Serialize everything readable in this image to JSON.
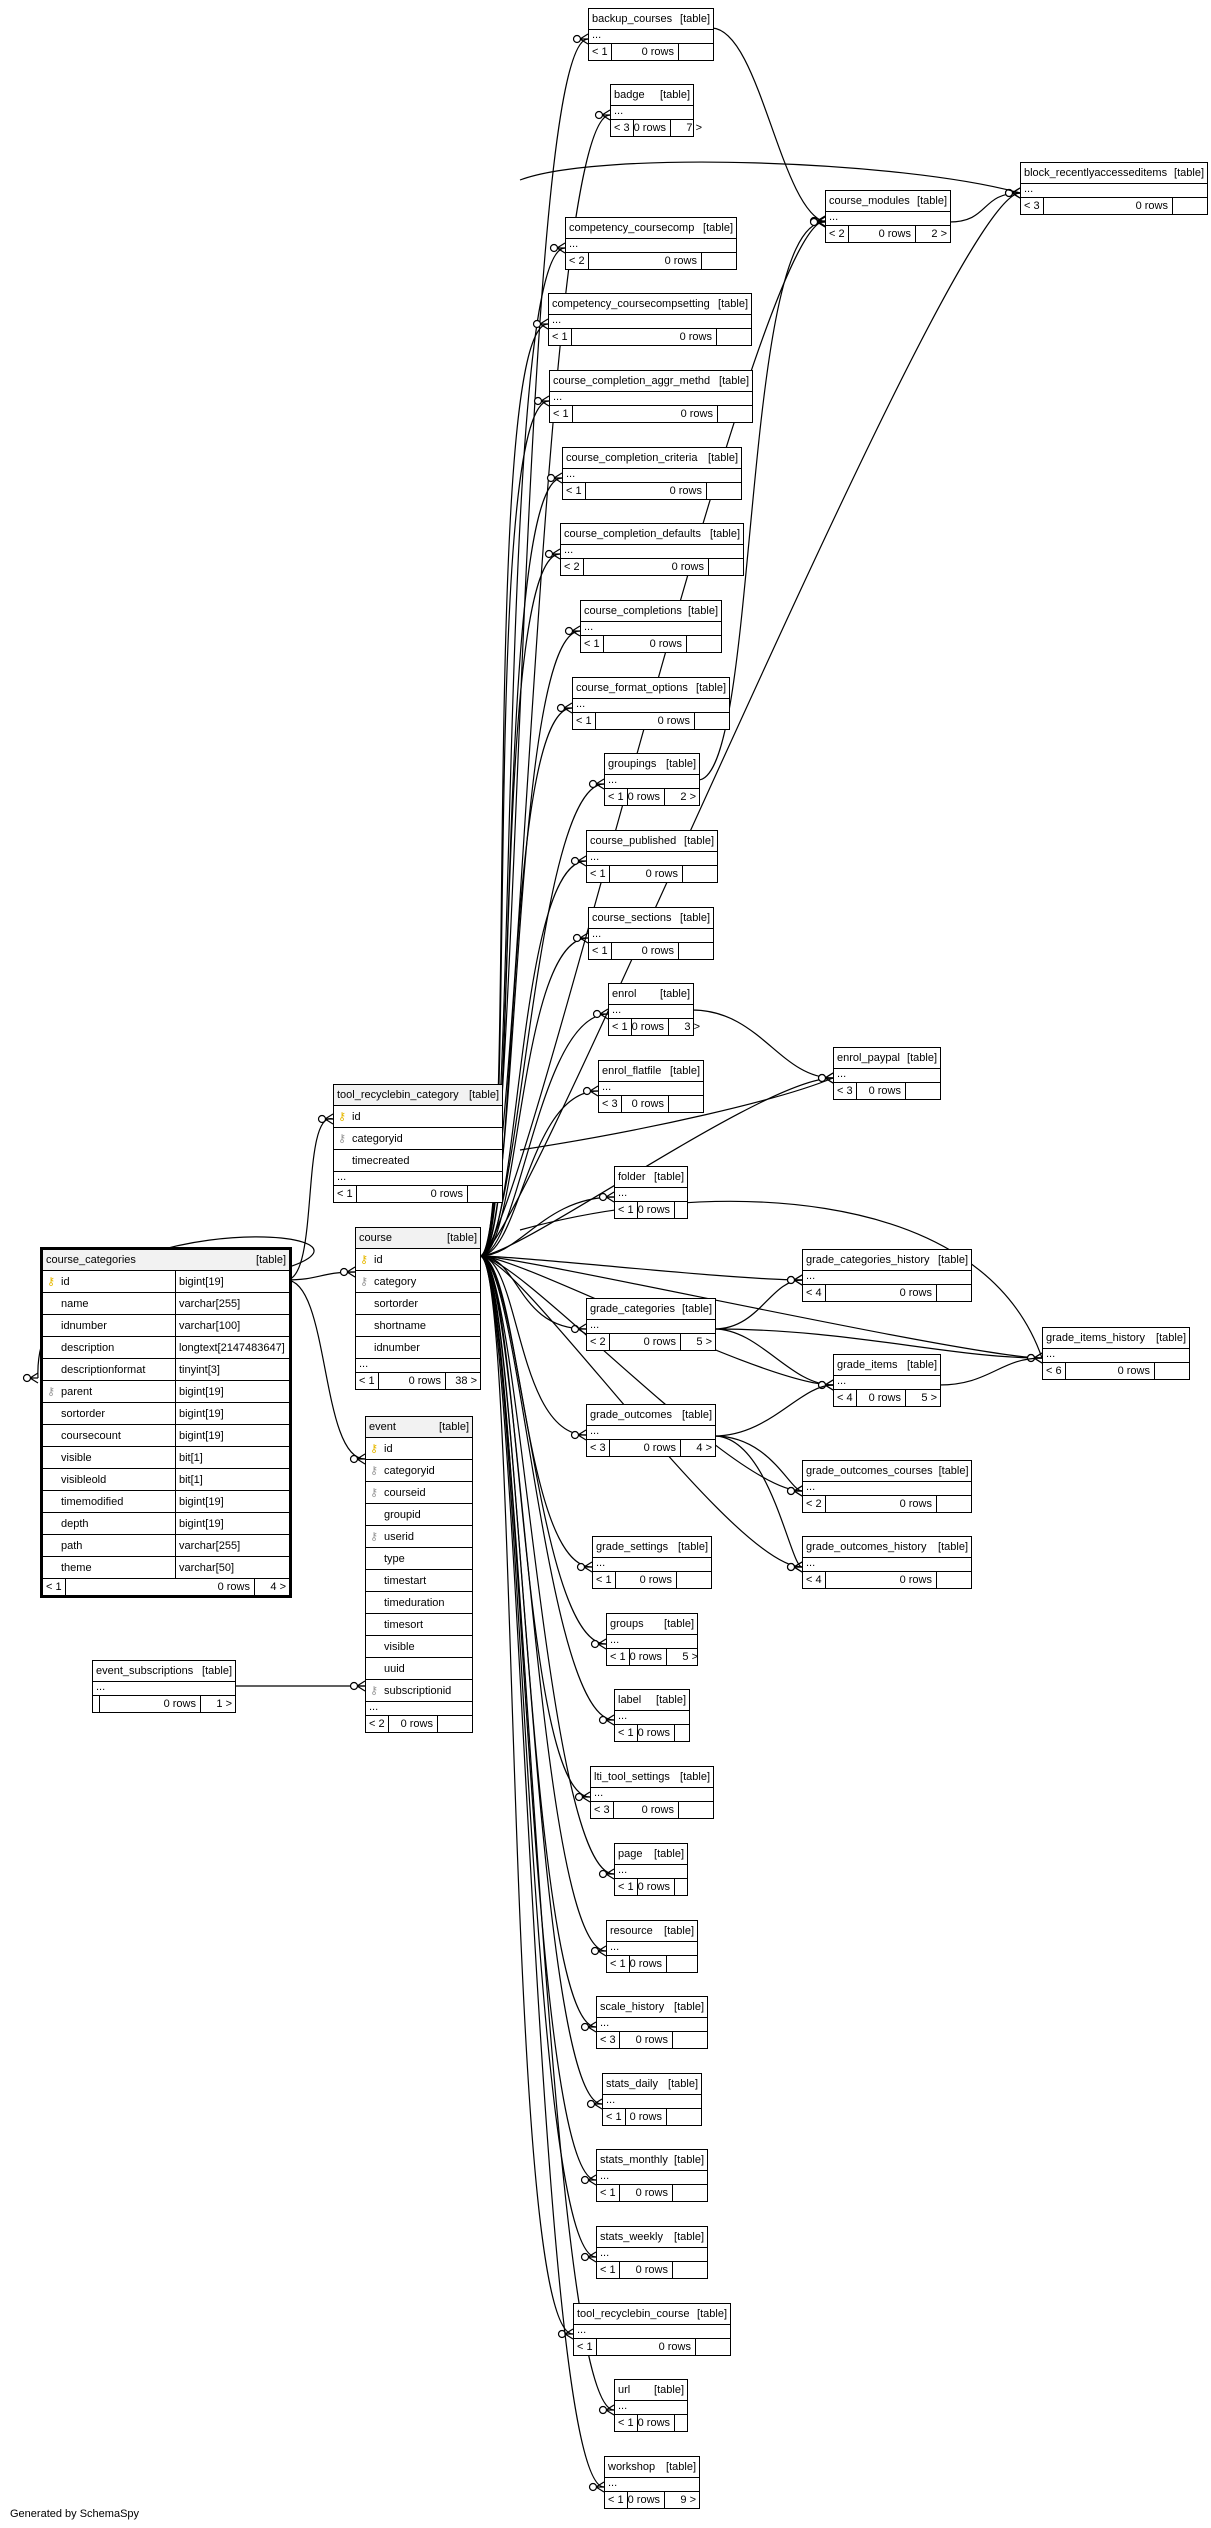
{
  "tag_table": "[table]",
  "footer": "Generated by SchemaSpy",
  "colors": {
    "line": "#000000",
    "pk_icon": "#e6b800",
    "fk_icon": "#999999",
    "header_bg": "#f2f2f2"
  },
  "tables": [
    {
      "id": "backup_courses",
      "name": "backup_courses",
      "parents": "< 1",
      "rows": "0 rows",
      "children": ""
    },
    {
      "id": "badge",
      "name": "badge",
      "parents": "< 3",
      "rows": "0 rows",
      "children": "7 >"
    },
    {
      "id": "block_recent",
      "name": "block_recentlyaccesseditems",
      "parents": "< 3",
      "rows": "0 rows",
      "children": ""
    },
    {
      "id": "course_modules",
      "name": "course_modules",
      "parents": "< 2",
      "rows": "0 rows",
      "children": "2 >"
    },
    {
      "id": "competency_coursecomp",
      "name": "competency_coursecomp",
      "parents": "< 2",
      "rows": "0 rows",
      "children": ""
    },
    {
      "id": "competency_coursecompsetting",
      "name": "competency_coursecompsetting",
      "parents": "< 1",
      "rows": "0 rows",
      "children": ""
    },
    {
      "id": "course_completion_aggr_methd",
      "name": "course_completion_aggr_methd",
      "parents": "< 1",
      "rows": "0 rows",
      "children": ""
    },
    {
      "id": "course_completion_criteria",
      "name": "course_completion_criteria",
      "parents": "< 1",
      "rows": "0 rows",
      "children": ""
    },
    {
      "id": "course_completion_defaults",
      "name": "course_completion_defaults",
      "parents": "< 2",
      "rows": "0 rows",
      "children": ""
    },
    {
      "id": "course_completions",
      "name": "course_completions",
      "parents": "< 1",
      "rows": "0 rows",
      "children": ""
    },
    {
      "id": "course_format_options",
      "name": "course_format_options",
      "parents": "< 1",
      "rows": "0 rows",
      "children": ""
    },
    {
      "id": "groupings",
      "name": "groupings",
      "parents": "< 1",
      "rows": "0 rows",
      "children": "2 >"
    },
    {
      "id": "course_published",
      "name": "course_published",
      "parents": "< 1",
      "rows": "0 rows",
      "children": ""
    },
    {
      "id": "course_sections",
      "name": "course_sections",
      "parents": "< 1",
      "rows": "0 rows",
      "children": ""
    },
    {
      "id": "enrol",
      "name": "enrol",
      "parents": "< 1",
      "rows": "0 rows",
      "children": "3 >"
    },
    {
      "id": "enrol_paypal",
      "name": "enrol_paypal",
      "parents": "< 3",
      "rows": "0 rows",
      "children": ""
    },
    {
      "id": "enrol_flatfile",
      "name": "enrol_flatfile",
      "parents": "< 3",
      "rows": "0 rows",
      "children": ""
    },
    {
      "id": "folder",
      "name": "folder",
      "parents": "< 1",
      "rows": "0 rows",
      "children": ""
    },
    {
      "id": "grade_categories_history",
      "name": "grade_categories_history",
      "parents": "< 4",
      "rows": "0 rows",
      "children": ""
    },
    {
      "id": "grade_categories",
      "name": "grade_categories",
      "parents": "< 2",
      "rows": "0 rows",
      "children": "5 >"
    },
    {
      "id": "grade_items_history",
      "name": "grade_items_history",
      "parents": "< 6",
      "rows": "0 rows",
      "children": ""
    },
    {
      "id": "grade_items",
      "name": "grade_items",
      "parents": "< 4",
      "rows": "0 rows",
      "children": "5 >"
    },
    {
      "id": "grade_outcomes",
      "name": "grade_outcomes",
      "parents": "< 3",
      "rows": "0 rows",
      "children": "4 >"
    },
    {
      "id": "grade_outcomes_courses",
      "name": "grade_outcomes_courses",
      "parents": "< 2",
      "rows": "0 rows",
      "children": ""
    },
    {
      "id": "grade_settings",
      "name": "grade_settings",
      "parents": "< 1",
      "rows": "0 rows",
      "children": ""
    },
    {
      "id": "grade_outcomes_history",
      "name": "grade_outcomes_history",
      "parents": "< 4",
      "rows": "0 rows",
      "children": ""
    },
    {
      "id": "groups",
      "name": "groups",
      "parents": "< 1",
      "rows": "0 rows",
      "children": "5 >"
    },
    {
      "id": "label",
      "name": "label",
      "parents": "< 1",
      "rows": "0 rows",
      "children": ""
    },
    {
      "id": "lti_tool_settings",
      "name": "lti_tool_settings",
      "parents": "< 3",
      "rows": "0 rows",
      "children": ""
    },
    {
      "id": "page",
      "name": "page",
      "parents": "< 1",
      "rows": "0 rows",
      "children": ""
    },
    {
      "id": "resource",
      "name": "resource",
      "parents": "< 1",
      "rows": "0 rows",
      "children": ""
    },
    {
      "id": "scale_history",
      "name": "scale_history",
      "parents": "< 3",
      "rows": "0 rows",
      "children": ""
    },
    {
      "id": "stats_daily",
      "name": "stats_daily",
      "parents": "< 1",
      "rows": "0 rows",
      "children": ""
    },
    {
      "id": "stats_monthly",
      "name": "stats_monthly",
      "parents": "< 1",
      "rows": "0 rows",
      "children": ""
    },
    {
      "id": "stats_weekly",
      "name": "stats_weekly",
      "parents": "< 1",
      "rows": "0 rows",
      "children": ""
    },
    {
      "id": "tool_recyclebin_course",
      "name": "tool_recyclebin_course",
      "parents": "< 1",
      "rows": "0 rows",
      "children": ""
    },
    {
      "id": "url",
      "name": "url",
      "parents": "< 1",
      "rows": "0 rows",
      "children": ""
    },
    {
      "id": "workshop",
      "name": "workshop",
      "parents": "< 1",
      "rows": "0 rows",
      "children": "9 >"
    },
    {
      "id": "event_subscriptions",
      "name": "event_subscriptions",
      "parents": "",
      "rows": "0 rows",
      "children": "1 >"
    }
  ],
  "detailed": {
    "course_categories": {
      "name": "course_categories",
      "columns": [
        {
          "name": "id",
          "type": "bigint[19]",
          "key": "pk"
        },
        {
          "name": "name",
          "type": "varchar[255]",
          "key": ""
        },
        {
          "name": "idnumber",
          "type": "varchar[100]",
          "key": ""
        },
        {
          "name": "description",
          "type": "longtext[2147483647]",
          "key": ""
        },
        {
          "name": "descriptionformat",
          "type": "tinyint[3]",
          "key": ""
        },
        {
          "name": "parent",
          "type": "bigint[19]",
          "key": "fk"
        },
        {
          "name": "sortorder",
          "type": "bigint[19]",
          "key": ""
        },
        {
          "name": "coursecount",
          "type": "bigint[19]",
          "key": ""
        },
        {
          "name": "visible",
          "type": "bit[1]",
          "key": ""
        },
        {
          "name": "visibleold",
          "type": "bit[1]",
          "key": ""
        },
        {
          "name": "timemodified",
          "type": "bigint[19]",
          "key": ""
        },
        {
          "name": "depth",
          "type": "bigint[19]",
          "key": ""
        },
        {
          "name": "path",
          "type": "varchar[255]",
          "key": ""
        },
        {
          "name": "theme",
          "type": "varchar[50]",
          "key": ""
        }
      ],
      "parents": "< 1",
      "rows": "0 rows",
      "children": "4 >"
    },
    "tool_recyclebin_category": {
      "name": "tool_recyclebin_category",
      "columns": [
        {
          "name": "id",
          "key": "pk"
        },
        {
          "name": "categoryid",
          "key": "fk"
        },
        {
          "name": "timecreated",
          "key": ""
        }
      ],
      "parents": "< 1",
      "rows": "0 rows",
      "children": ""
    },
    "course": {
      "name": "course",
      "columns": [
        {
          "name": "id",
          "key": "pk"
        },
        {
          "name": "category",
          "key": "fk"
        },
        {
          "name": "sortorder",
          "key": ""
        },
        {
          "name": "shortname",
          "key": ""
        },
        {
          "name": "idnumber",
          "key": ""
        }
      ],
      "parents": "< 1",
      "rows": "0 rows",
      "children": "38 >"
    },
    "event": {
      "name": "event",
      "columns": [
        {
          "name": "id",
          "key": "pk"
        },
        {
          "name": "categoryid",
          "key": "fk"
        },
        {
          "name": "courseid",
          "key": "fk"
        },
        {
          "name": "groupid",
          "key": ""
        },
        {
          "name": "userid",
          "key": "fk"
        },
        {
          "name": "type",
          "key": ""
        },
        {
          "name": "timestart",
          "key": ""
        },
        {
          "name": "timeduration",
          "key": ""
        },
        {
          "name": "timesort",
          "key": ""
        },
        {
          "name": "visible",
          "key": ""
        },
        {
          "name": "uuid",
          "key": ""
        },
        {
          "name": "subscriptionid",
          "key": "fk"
        }
      ],
      "parents": "< 2",
      "rows": "0 rows",
      "children": ""
    }
  }
}
